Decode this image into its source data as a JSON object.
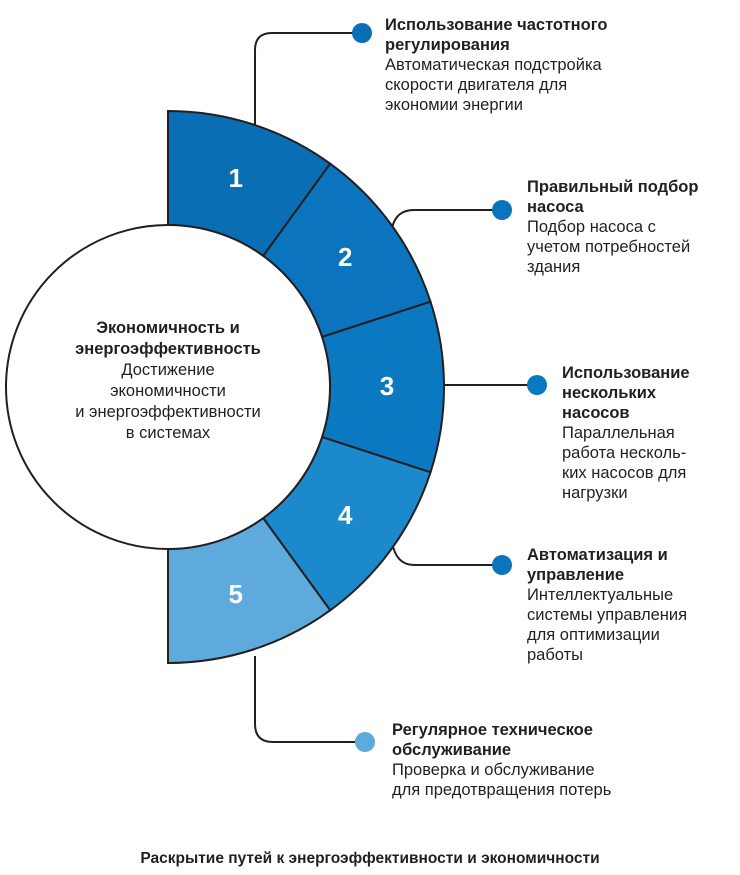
{
  "center": {
    "title": "Экономичность и\nэнергоэффективность",
    "description": "Достижение\nэкономичности\nи энергоэффективности\nв системах"
  },
  "segments": [
    {
      "number": "1",
      "color": "#0a6eb5"
    },
    {
      "number": "2",
      "color": "#0b74be"
    },
    {
      "number": "3",
      "color": "#0b79c2"
    },
    {
      "number": "4",
      "color": "#1c89cc"
    },
    {
      "number": "5",
      "color": "#5eaadd"
    }
  ],
  "items": [
    {
      "title": "Использование частотного регулирования",
      "description": "Автоматическая подстройка\nскорости двигателя для\nэкономии энергии",
      "dot_color": "#0a6eb5"
    },
    {
      "title": "Правильный подбор насоса",
      "description": "Подбор насоса с\nучетом потребностей\nздания",
      "dot_color": "#0b74be"
    },
    {
      "title": "Использование нескольких насосов",
      "description": "Параллельная\nработа несколь-\nких насосов для\nнагрузки",
      "dot_color": "#0b79c2"
    },
    {
      "title": "Автоматизация и управление",
      "description": "Интеллектуальные\nсистемы управления\nдля оптимизации\nработы",
      "dot_color": "#0b74be"
    },
    {
      "title": "Регулярное техническое обслуживание",
      "description": "Проверка и обслуживание\nдля предотвращения потерь",
      "dot_color": "#5eaadd"
    }
  ],
  "caption": "Раскрытие путей к энергоэффективности и экономичности"
}
